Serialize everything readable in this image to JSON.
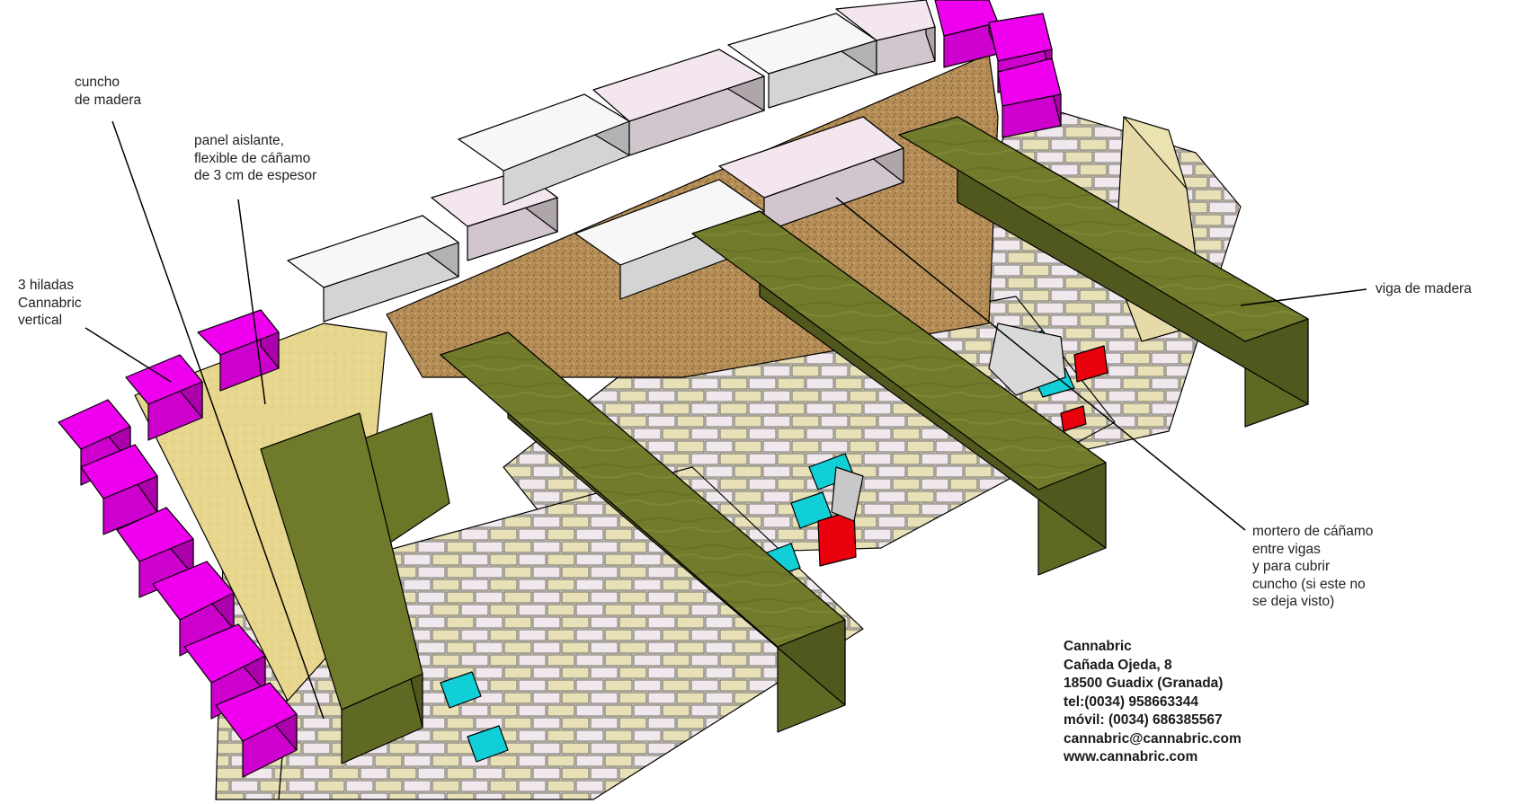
{
  "labels": {
    "cuncho": "cuncho\nde madera",
    "panel": "panel aislante,\nflexible de cáñamo\nde 3 cm de espesor",
    "hiladas": "3 hiladas\nCannabric\nvertical",
    "viga": "viga de madera",
    "mortero": "mortero de cáñamo\nentre vigas\ny para cubrir\ncuncho (si este no\nse deja visto)"
  },
  "contact": {
    "name": "Cannabric",
    "street": "Cañada Ojeda, 8",
    "city": "18500 Guadix (Granada)",
    "tel": "tel:(0034) 958663344",
    "mobile": "móvil: (0034) 686385567",
    "email": "cannabric@cannabric.com",
    "web": "www.cannabric.com"
  },
  "colors": {
    "magenta_brick": "#ee00ee",
    "cannabric_light": "#f3e9ee",
    "cannabric_cream": "#e9e2bb",
    "cyan_brick": "#11cfd6",
    "red_brick": "#e8000c",
    "white_brick": "#f7f7f7",
    "hemp_mortar": "#b8915c",
    "hemp_panel": "#e6d58a",
    "wood_beam": "#6f7a2a"
  }
}
